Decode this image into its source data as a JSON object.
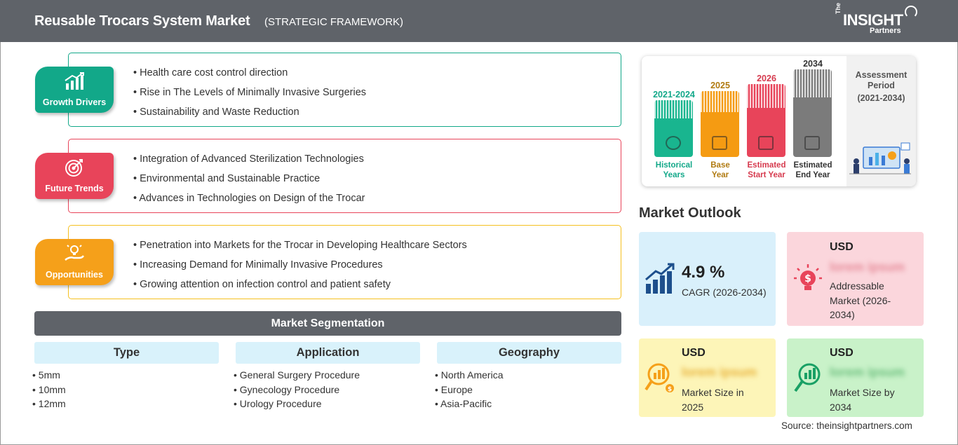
{
  "header": {
    "title": "Reusable Trocars System Market",
    "subtitle": "(STRATEGIC FRAMEWORK)",
    "logo": {
      "the": "The",
      "main": "INSIGHT",
      "partners": "Partners"
    }
  },
  "categories": [
    {
      "label": "Growth Drivers",
      "color": "#12a889",
      "items": [
        "Health care cost control direction",
        "Rise in The Levels of Minimally Invasive Surgeries",
        "Sustainability and Waste Reduction"
      ]
    },
    {
      "label": "Future Trends",
      "color": "#e8445a",
      "items": [
        "Integration of Advanced Sterilization Technologies",
        "Environmental and Sustainable Practice",
        "Advances in Technologies on Design of the Trocar"
      ]
    },
    {
      "label": "Opportunities",
      "color": "#f5a01a",
      "items": [
        "Penetration into Markets for the Trocar in Developing Healthcare Sectors",
        "Increasing Demand for Minimally Invasive Procedures",
        "Growing attention on infection control and patient safety"
      ]
    }
  ],
  "segmentation": {
    "title": "Market Segmentation",
    "columns": [
      {
        "header": "Type",
        "items": [
          "5mm",
          "10mm",
          "12mm"
        ]
      },
      {
        "header": "Application",
        "items": [
          "General Surgery Procedure",
          "Gynecology Procedure",
          "Urology Procedure"
        ]
      },
      {
        "header": "Geography",
        "items": [
          "North America",
          "Europe",
          "Asia-Pacific"
        ]
      }
    ]
  },
  "timeline": {
    "bars": [
      {
        "year": "2021-2024",
        "label_1": "Historical",
        "label_2": "Years",
        "color": "#19b58f",
        "year_color": "#12a889"
      },
      {
        "year": "2025",
        "label_1": "Base",
        "label_2": "Year",
        "color": "#f59b12",
        "year_color": "#b07a10"
      },
      {
        "year": "2026",
        "label_1": "Estimated",
        "label_2": "Start Year",
        "color": "#e8445a",
        "year_color": "#d63a4e"
      },
      {
        "year": "2034",
        "label_1": "Estimated",
        "label_2": "End Year",
        "color": "#7b7b7b",
        "year_color": "#333333"
      }
    ],
    "assessment": {
      "title_1": "Assessment",
      "title_2": "Period",
      "period": "(2021-2034)"
    }
  },
  "outlook": {
    "title": "Market Outlook",
    "cagr": {
      "value": "4.9 %",
      "label": "CAGR (2026-2034)",
      "bg": "#d9f0fb"
    },
    "addressable": {
      "currency": "USD",
      "value": "lorem ipsum",
      "desc_1": "Addressable",
      "desc_2": "Market (2026-",
      "desc_3": "2034)",
      "bg": "#fbd6dc"
    },
    "size_2025": {
      "currency": "USD",
      "value": "lorem ipsum",
      "desc_1": "Market Size in",
      "desc_2": "2025",
      "bg": "#fdf5b8"
    },
    "size_2034": {
      "currency": "USD",
      "value": "lorem ipsum",
      "desc_1": "Market Size by",
      "desc_2": "2034",
      "bg": "#c9f2c9"
    }
  },
  "source": "Source: theinsightpartners.com"
}
